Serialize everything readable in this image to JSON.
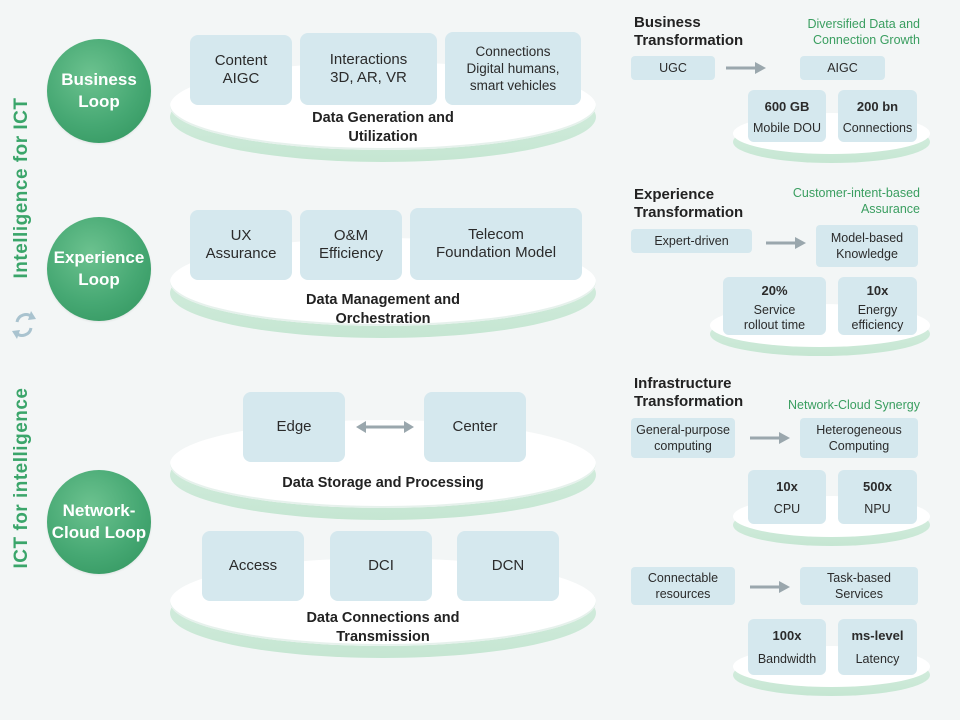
{
  "side_labels": {
    "top": "Intelligence for ICT",
    "bottom": "ICT for intelligence"
  },
  "loops": {
    "business": "Business\nLoop",
    "experience": "Experience\nLoop",
    "network": "Network-\nCloud Loop"
  },
  "platforms": {
    "generation": {
      "title": "Data Generation and\nUtilization",
      "tiles": [
        "Content\nAIGC",
        "Interactions\n3D, AR, VR",
        "Connections\nDigital humans,\nsmart vehicles"
      ]
    },
    "management": {
      "title": "Data Management and\nOrchestration",
      "tiles": [
        "UX\nAssurance",
        "O&M\nEfficiency",
        "Telecom\nFoundation Model"
      ]
    },
    "storage": {
      "title": "Data Storage and Processing",
      "tiles": [
        "Edge",
        "Center"
      ]
    },
    "connections": {
      "title": "Data Connections and\nTransmission",
      "tiles": [
        "Access",
        "DCI",
        "DCN"
      ]
    }
  },
  "right": {
    "business": {
      "title": "Business\nTransformation",
      "subtitle": "Diversified Data and\nConnection Growth",
      "from": "UGC",
      "to": "AIGC",
      "stats": [
        {
          "value": "600 GB",
          "label": "Mobile DOU"
        },
        {
          "value": "200 bn",
          "label": "Connections"
        }
      ]
    },
    "experience": {
      "title": "Experience\nTransformation",
      "subtitle": "Customer-intent-based\nAssurance",
      "from": "Expert-driven",
      "to": "Model-based\nKnowledge",
      "stats": [
        {
          "value": "20%",
          "label": "Service\nrollout time"
        },
        {
          "value": "10x",
          "label": "Energy\nefficiency"
        }
      ]
    },
    "infrastructure": {
      "title": "Infrastructure\nTransformation",
      "subtitle": "Network-Cloud Synergy",
      "from": "General-purpose\ncomputing",
      "to": "Heterogeneous\nComputing",
      "stats": [
        {
          "value": "10x",
          "label": "CPU"
        },
        {
          "value": "500x",
          "label": "NPU"
        }
      ],
      "from2": "Connectable\nresources",
      "to2": "Task-based\nServices",
      "stats2": [
        {
          "value": "100x",
          "label": "Bandwidth"
        },
        {
          "value": "ms-level",
          "label": "Latency"
        }
      ]
    }
  },
  "colors": {
    "green": "#46a873",
    "label_green": "#3aa56a",
    "tile": "#d5e8ee",
    "platform_side": "#c5e6d2",
    "background": "#f3f6f6"
  }
}
